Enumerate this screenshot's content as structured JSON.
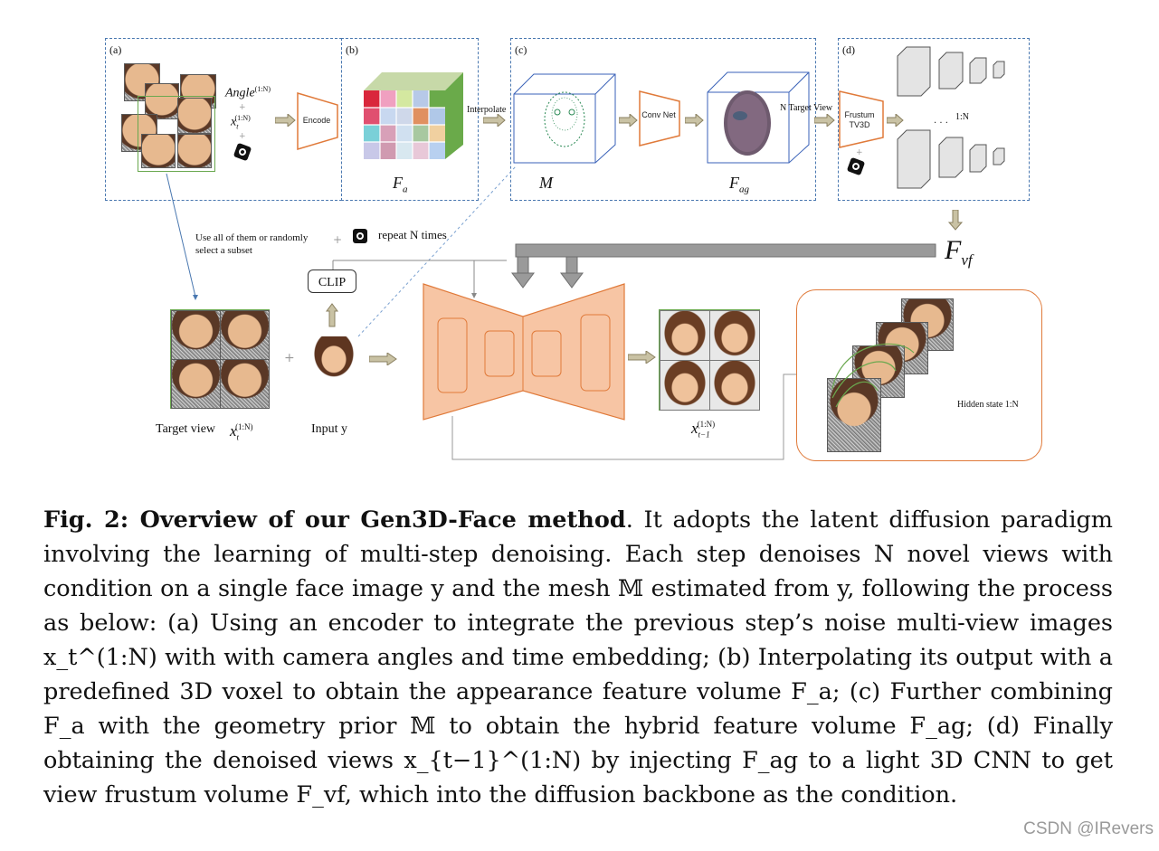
{
  "figure": {
    "panel_a": {
      "tag": "(a)",
      "angle_label": "Angle",
      "angle_sup": "(1:N)",
      "x_label": "x",
      "x_sub": "t",
      "x_sup": "(1:N)",
      "encode_label": "Encode"
    },
    "panel_b": {
      "tag": "(b)",
      "fa_label": "F",
      "fa_sub": "a",
      "interpolate_label": "Interpolate"
    },
    "panel_c": {
      "tag": "(c)",
      "m_label": "M",
      "conv_label": "Conv Net",
      "fag_label": "F",
      "fag_sub": "ag",
      "n_target_label": "N Target View"
    },
    "panel_d": {
      "tag": "(d)",
      "frustum_label": "Frustum TV3D",
      "ratio_label": "1:N",
      "fvf_label": "F",
      "fvf_sub": "vf"
    },
    "bottom": {
      "use_all_label": "Use all of them or randomly select a subset",
      "repeat_label": "repeat N times",
      "clip_label": "CLIP",
      "target_view_label": "Target view",
      "target_x": "x",
      "target_sub": "t",
      "target_sup": "(1:N)",
      "input_label": "Input y",
      "output_x": "x",
      "output_sub": "t−1",
      "output_sup": "(1:N)",
      "hidden_label": "Hidden state 1:N"
    },
    "colors": {
      "panel_border": "#4a78b0",
      "unet_fill": "#f7c5a4",
      "unet_stroke": "#e07a3a",
      "arrow": "#8a8060",
      "grid_green": "#6aa84f"
    }
  },
  "caption": {
    "prefix_bold": "Fig. 2: Overview of our Gen3D-Face method",
    "text": ". It adopts the latent diffusion paradigm involving the learning of multi-step denoising. Each step denoises N novel views with condition on a single face image y and the mesh 𝕄 estimated from y, following the process as below: (a) Using an encoder to integrate the previous step’s noise multi-view images x_t^(1:N) with with camera angles and time embedding; (b) Interpolating its output with a predefined 3D voxel to obtain the appearance feature volume F_a; (c) Further combining F_a with the geometry prior 𝕄 to obtain the hybrid feature volume F_ag; (d) Finally obtaining the denoised views x_{t−1}^(1:N) by injecting F_ag to a light 3D CNN to get view frustum volume F_vf, which into the diffusion backbone as the condition."
  },
  "watermark": "CSDN @IRevers"
}
